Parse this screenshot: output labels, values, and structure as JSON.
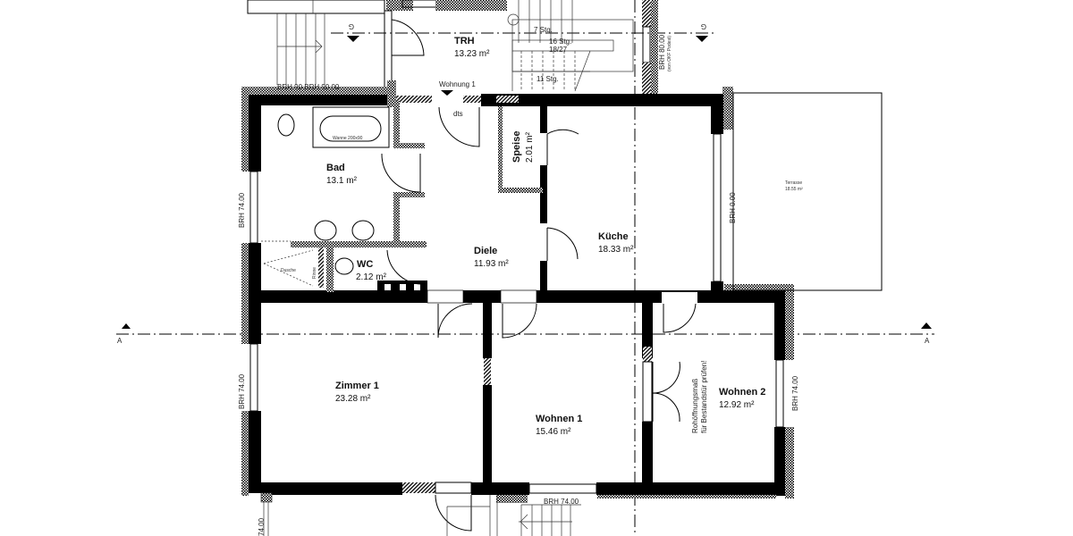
{
  "plan": {
    "rooms": [
      {
        "name": "TRH",
        "area": "13.23 m²"
      },
      {
        "name": "Bad",
        "area": "13.1 m²"
      },
      {
        "name": "Speise",
        "area": "2.01 m²"
      },
      {
        "name": "Küche",
        "area": "18.33 m²"
      },
      {
        "name": "Diele",
        "area": "11.93 m²"
      },
      {
        "name": "WC",
        "area": "2.12 m²"
      },
      {
        "name": "Zimmer 1",
        "area": "23.28 m²"
      },
      {
        "name": "Wohnen 1",
        "area": "15.46 m²"
      },
      {
        "name": "Wohnen 2",
        "area": "12.92 m²"
      }
    ],
    "terrace": {
      "name": "Terrasse",
      "area": "18.55 m²"
    },
    "entrance_label": "Wohnung 1",
    "door_label": "dts",
    "stairs": {
      "step1": "7 Stg.",
      "step2": "16 Stg.",
      "step3": "18/27",
      "step4": "11 Stg."
    },
    "fixtures": {
      "bathtub": "Wanne 200x90",
      "shower": "Dusche",
      "riser": "Rinne"
    },
    "sill_heights": {
      "top_left": "BRH 90 BRH 90.00",
      "top_right": "BRH 80.00",
      "top_right_note": "(von OKF Podest)",
      "bad": "BRH 74.00",
      "kueche": "BRH 0.00",
      "zimmer": "BRH 74.00",
      "wohnen2": "BRH 74.00",
      "bottom": "BRH 74.00",
      "bottom_left": "74.00"
    },
    "door_note_line1": "Rohöffnungsmaß",
    "door_note_line2": "für Bestandstür prüfen!",
    "section_a": "A",
    "section_g": "G"
  }
}
